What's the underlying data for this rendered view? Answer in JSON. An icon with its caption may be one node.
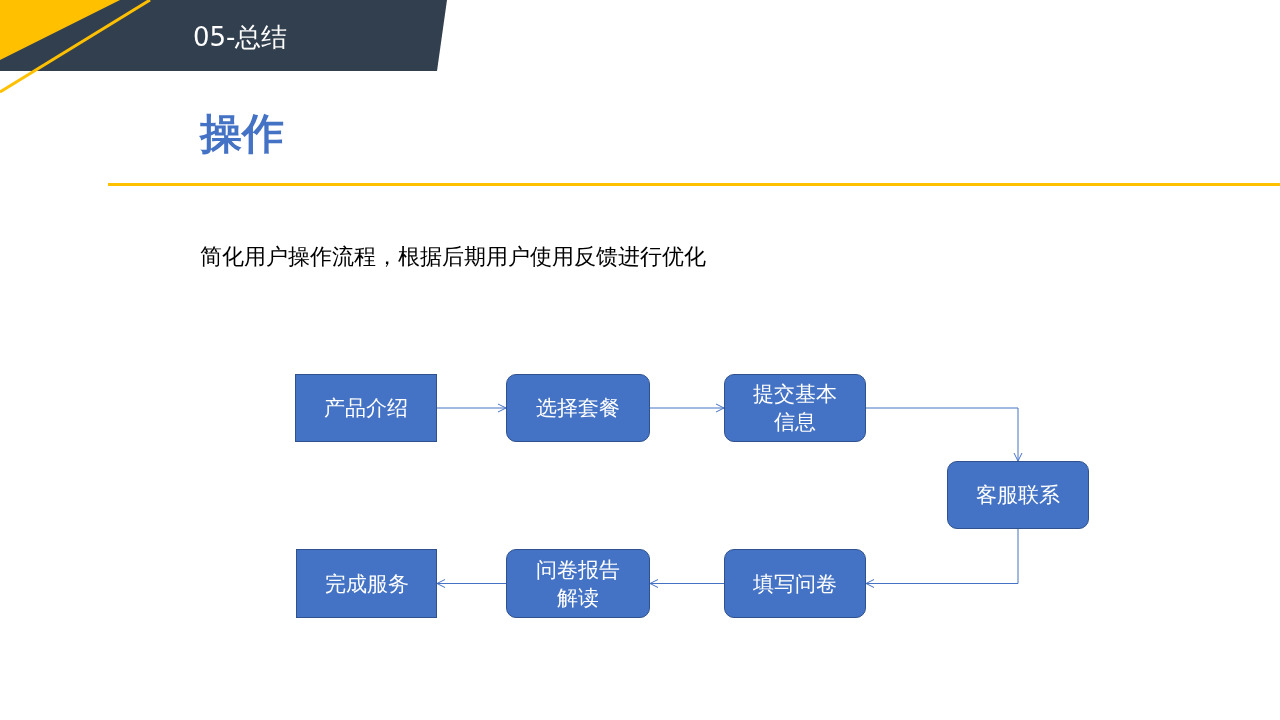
{
  "diagram": {
    "title": "操作",
    "nodes": [
      {
        "text": [
          "产品介绍"
        ]
      },
      {
        "text": [
          "选择套餐"
        ]
      },
      {
        "text": [
          "提交基本信息"
        ]
      },
      {
        "text": [
          "客服联系"
        ]
      },
      {
        "text": [
          "填写问卷"
        ]
      },
      {
        "text": [
          "问卷报告解读"
        ]
      },
      {
        "text": [
          "完成服务"
        ]
      }
    ],
    "edges": [
      {
        "from": 0,
        "to": 1,
        "arrow": "to"
      },
      {
        "from": 1,
        "to": 2,
        "arrow": "to"
      },
      {
        "from": 2,
        "to": 3,
        "arrow": "to"
      },
      {
        "from": 3,
        "to": 4,
        "arrow": "to"
      },
      {
        "from": 4,
        "to": 5,
        "arrow": "to"
      },
      {
        "from": 5,
        "to": 6,
        "arrow": "to"
      }
    ],
    "labels": [
      "05-总结",
      "简化用户操作流程，根据后期用户使用反馈进行优化"
    ]
  }
}
